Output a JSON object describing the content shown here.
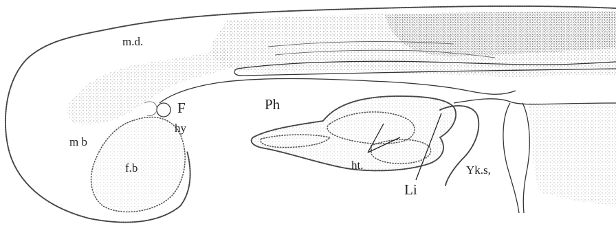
{
  "labels": {
    "md": "m.d.",
    "F": "F",
    "Ph": "Ph",
    "hy": "hy",
    "mb": "m b",
    "fb": "f.b",
    "ht": "ht.",
    "yks": "Yk.s,",
    "li": "Li"
  }
}
